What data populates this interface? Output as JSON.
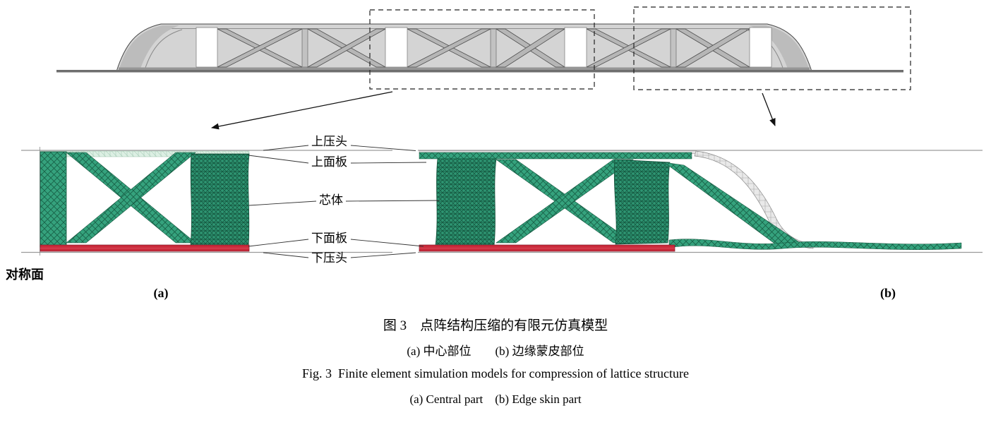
{
  "figure": {
    "annotations": {
      "upper_press_head": "上压头",
      "upper_face_sheet": "上面板",
      "core": "芯体",
      "lower_face_sheet": "下面板",
      "lower_press_head": "下压头",
      "symmetry_plane": "对称面"
    },
    "subfigures": {
      "a": "(a)",
      "b": "(b)"
    },
    "captions": {
      "zh_title": "图 3　点阵结构压缩的有限元仿真模型",
      "zh_sub": "(a) 中心部位　　(b) 边缘蒙皮部位",
      "en_title": "Fig. 3  Finite element simulation models for compression of lattice structure",
      "en_sub": "(a) Central part    (b) Edge skin part"
    },
    "colors": {
      "mesh_green": "#2f9b77",
      "mesh_green_dark": "#17614a",
      "face_sheet_red": "#cb2a3b",
      "structure_gray": "#d4d4d4",
      "press_line_gray": "#9a9a9a"
    }
  }
}
